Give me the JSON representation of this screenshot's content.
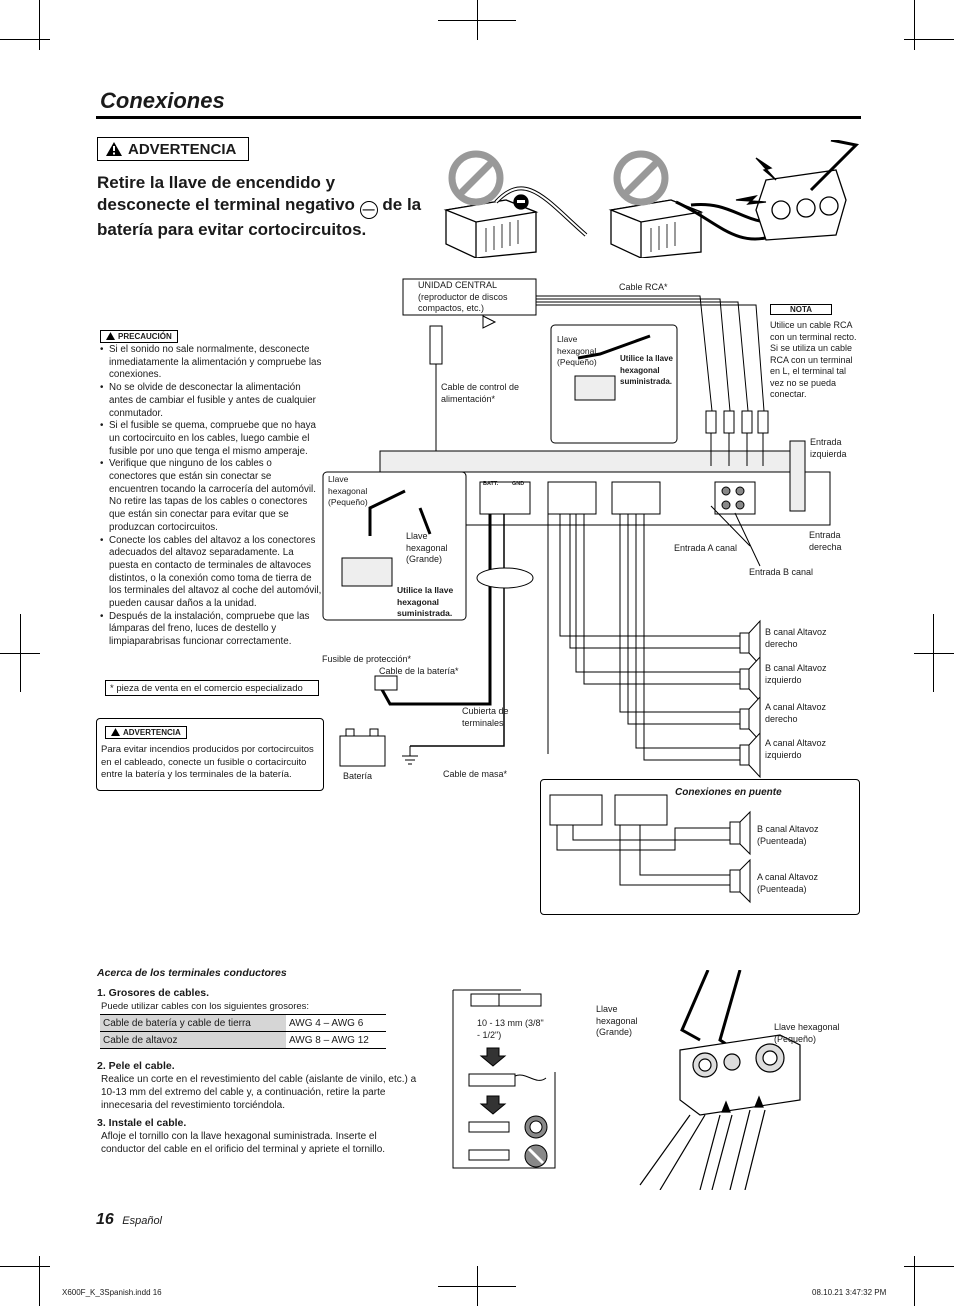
{
  "page_title": "Conexiones",
  "warning_label": "ADVERTENCIA",
  "headline": {
    "part1": "Retire la llave de encendido y desconecte el terminal negativo",
    "symbol": "—",
    "part2": "de la batería para evitar cortocircuitos."
  },
  "precaution": {
    "label": "PRECAUCIÓN",
    "items": [
      "Si el sonido no sale normalmente, desconecte inmediatamente la alimentación y compruebe las conexiones.",
      "No se olvide de desconectar la alimentación antes de cambiar el fusible y antes de cualquier conmutador.",
      "Si el fusible se quema, compruebe que no haya un cortocircuito en los cables, luego cambie el fusible por uno que tenga el mismo amperaje.",
      "Verifique que ninguno de los cables o conectores que están sin conectar se encuentren tocando la carrocería del automóvil. No retire las tapas de los cables o conectores que están sin conectar para evitar que se produzcan cortocircuitos.",
      "Conecte los cables del altavoz a los conectores adecuados del altavoz separadamente. La puesta en contacto de terminales de altavoces distintos, o la conexión como toma de tierra de los terminales del altavoz al coche del automóvil, pueden causar daños a la unidad.",
      "Después de la instalación, compruebe que las lámparas del freno, luces de destello y limpiaparabrisas funcionar correctamente."
    ]
  },
  "footnote": "* pieza de venta en el comercio especializado",
  "advertencia_box": {
    "label": "ADVERTENCIA",
    "text": "Para evitar incendios producidos por cortocircuitos en el cableado, conecte un fusible o cortacircuito entre la batería y los terminales de la batería."
  },
  "diagram_labels": {
    "head_unit": "UNIDAD CENTRAL (reproductor de discos compactos, etc.)",
    "rca_cable": "Cable RCA*",
    "nota_label": "NOTA",
    "nota_text": "Utilice un cable RCA con un terminal recto. Si se utiliza un cable RCA con un terminal en L, el terminal tal vez no se pueda conectar.",
    "hex_small_top": "Llave hexagonal (Pequeño)",
    "use_supplied_top": "Utilice la llave hexagonal suministrada.",
    "power_control": "Cable de control de alimentación*",
    "input_left": "Entrada izquierda",
    "input_right": "Entrada derecha",
    "input_a": "Entrada A canal",
    "input_b": "Entrada B canal",
    "hex_small_left": "Llave hexagonal (Pequeño)",
    "hex_large_left": "Llave hexagonal (Grande)",
    "use_supplied_left": "Utilice la llave hexagonal suministrada.",
    "batt": "BATT.",
    "gnd": "GND",
    "fuse": "Fusible de protección*",
    "battery_cable": "Cable de la batería*",
    "terminal_cover": "Cubierta de terminales",
    "battery": "Batería",
    "ground_cable": "Cable de masa*",
    "spk1": "B canal Altavoz derecho",
    "spk2": "B canal Altavoz izquierdo",
    "spk3": "A canal Altavoz derecho",
    "spk4": "A canal Altavoz izquierdo",
    "bridge_title": "Conexiones en puente",
    "bridge1": "B canal Altavoz (Puenteada)",
    "bridge2": "A canal Altavoz (Puenteada)"
  },
  "terminals": {
    "heading": "Acerca de los terminales conductores",
    "step1_title": "1. Grosores de cables.",
    "step1_text": "Puede utilizar cables con los siguientes grosores:",
    "table": [
      {
        "type": "Cable de batería y cable de tierra",
        "gauge": "AWG 4 – AWG 6"
      },
      {
        "type": "Cable de altavoz",
        "gauge": "AWG 8 – AWG 12"
      }
    ],
    "step2_title": "2. Pele el cable.",
    "step2_text": "Realice un corte en el revestimiento del cable (aislante de vinilo, etc.) a 10-13 mm del extremo del cable y, a continuación, retire la parte innecesaria del revestimiento torciéndola.",
    "step3_title": "3. Instale el cable.",
    "step3_text": "Afloje el tornillo con la llave hexagonal suministrada. Inserte el conductor del cable en el orificio del terminal y apriete el tornillo.",
    "strip_len": "10 - 13 mm (3/8\" - 1/2\")",
    "hex_large": "Llave hexagonal (Grande)",
    "hex_small": "Llave hexagonal (Pequeño)"
  },
  "page_number": "16",
  "language": "Español",
  "print_slug_left": "X600F_K_3Spanish.indd   16",
  "print_slug_right": "08.10.21   3:47:32 PM"
}
